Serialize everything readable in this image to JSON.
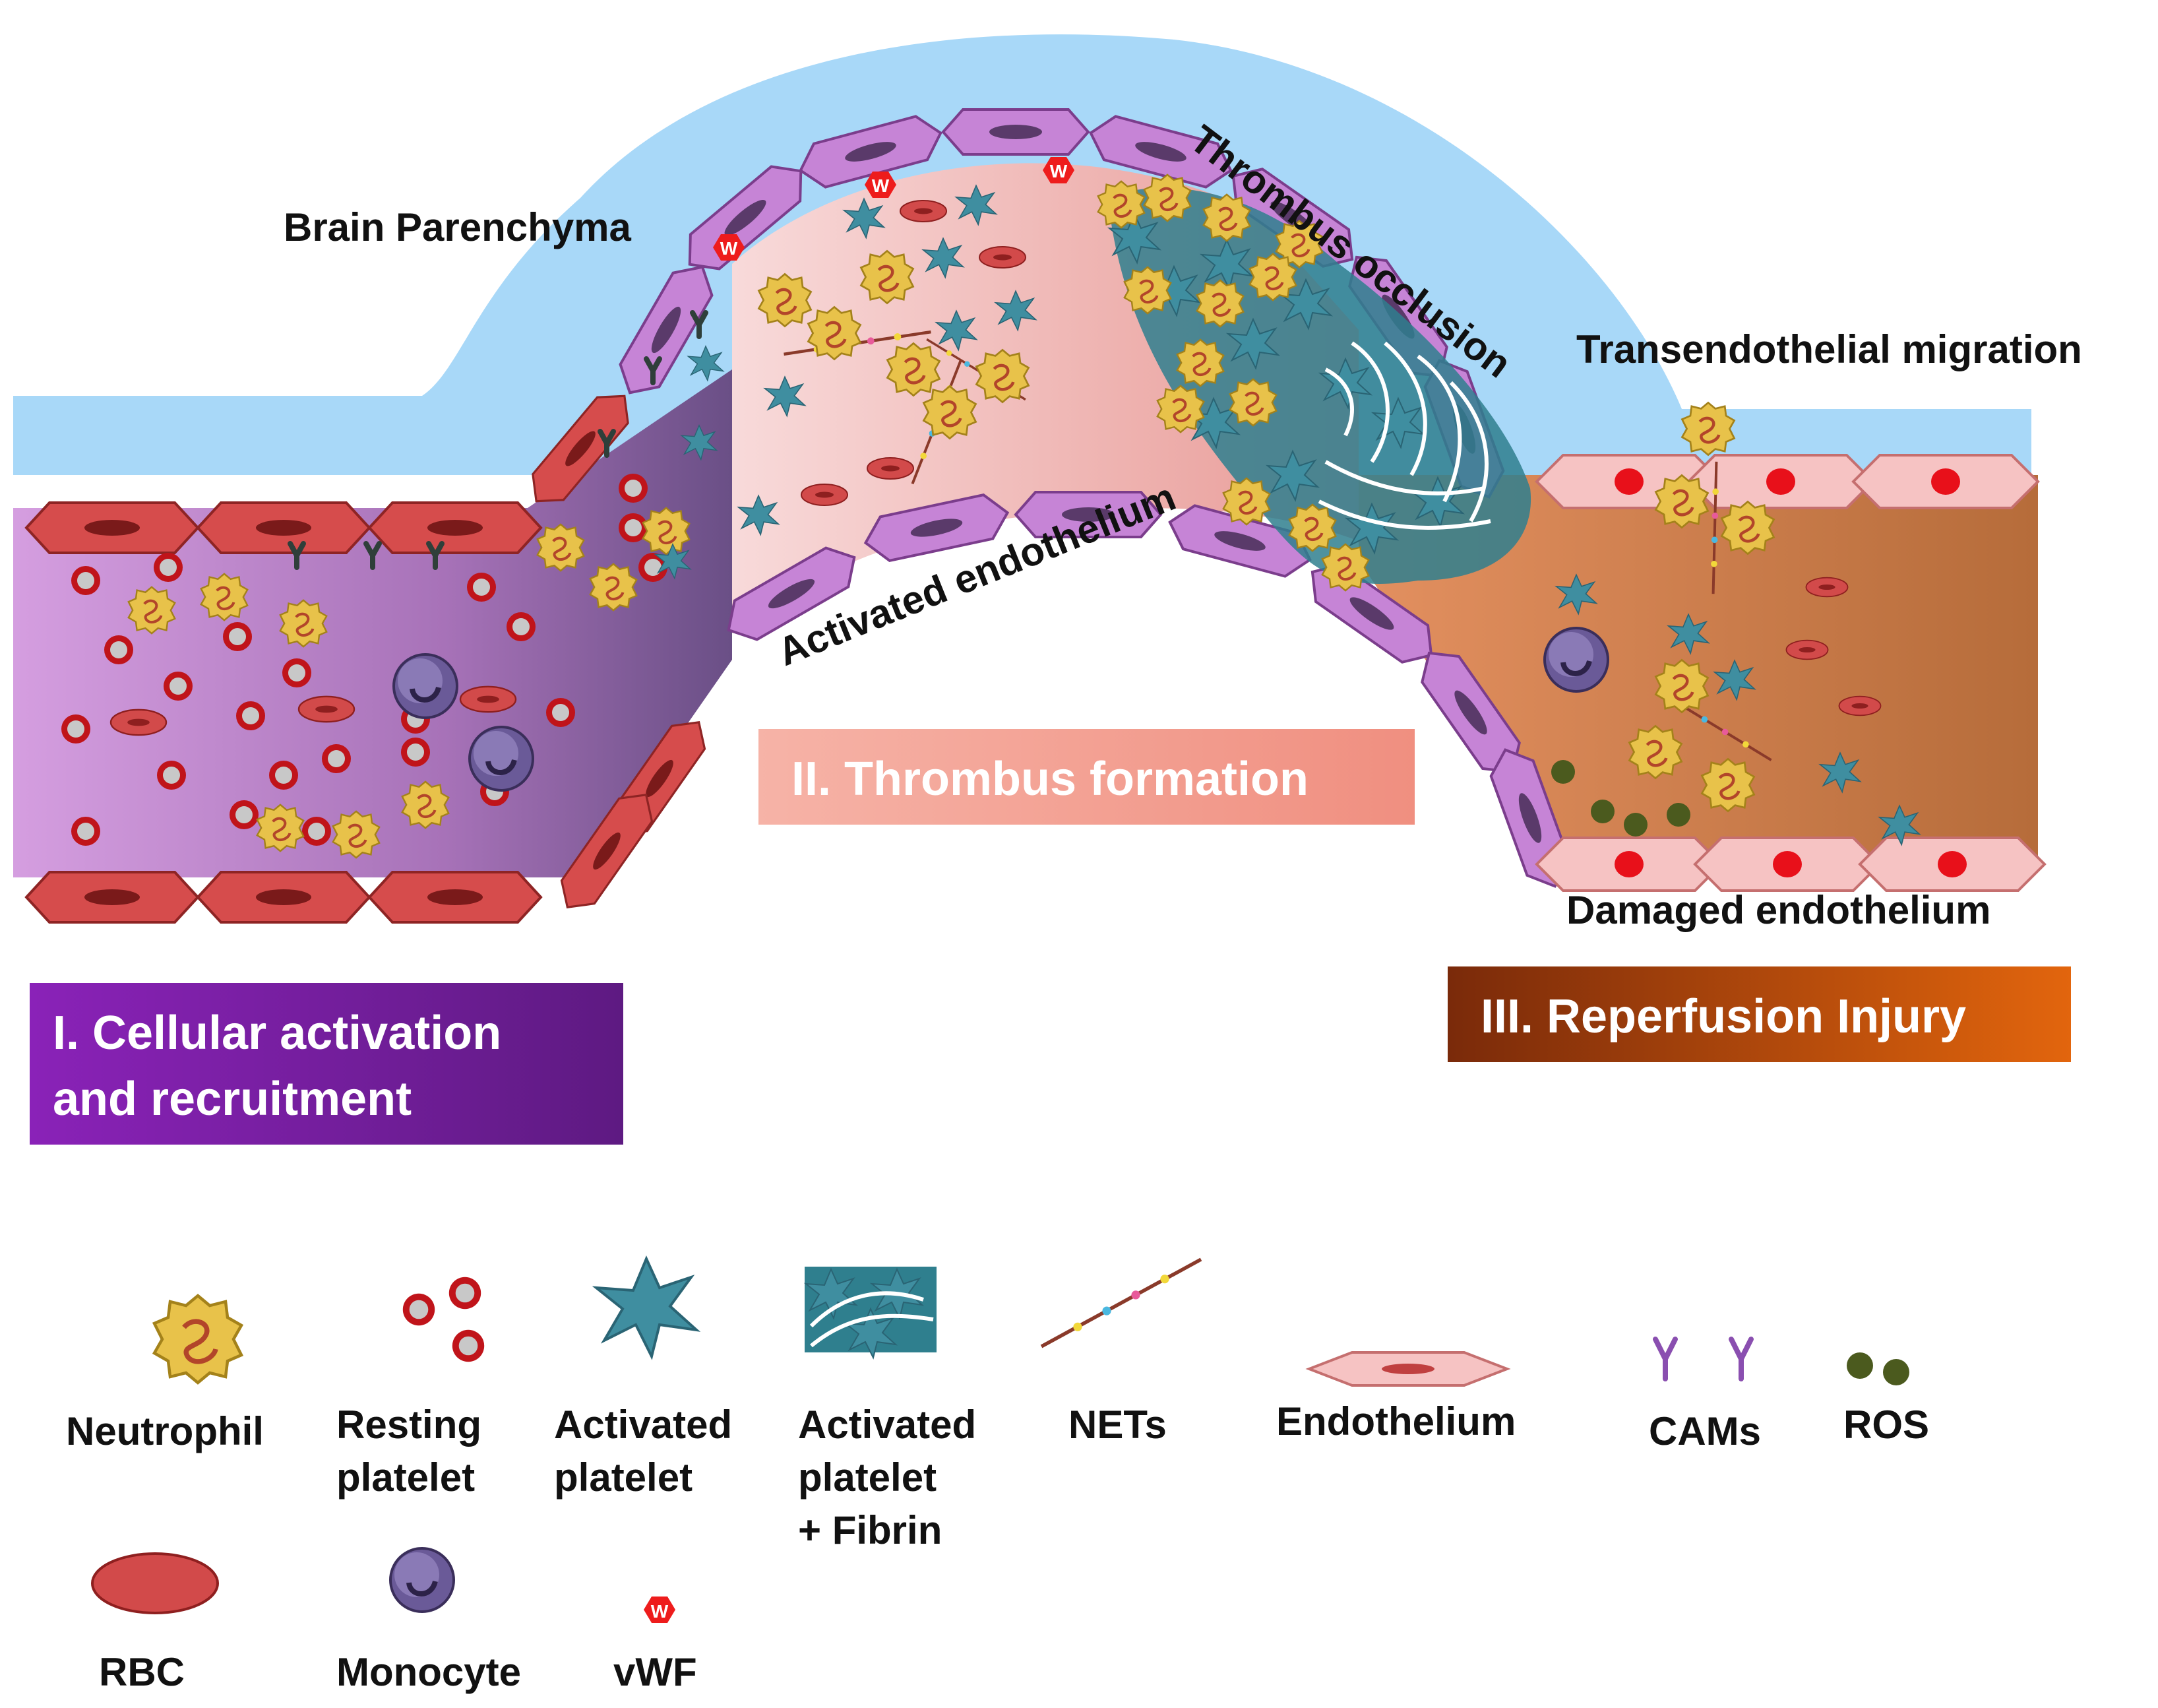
{
  "labels": {
    "brain_parenchyma": "Brain Parenchyma",
    "thrombus_occlusion": "Thrombus occlusion",
    "transendothelial_migration": "Transendothelial migration",
    "activated_endothelium": "Activated endothelium",
    "damaged_endothelium": "Damaged endothelium",
    "vwf_marker": "W"
  },
  "stages": {
    "stage1_line1": "I. Cellular activation",
    "stage1_line2": "and recruitment",
    "stage2": "II. Thrombus formation",
    "stage3": "III. Reperfusion Injury"
  },
  "legend": {
    "neutrophil": "Neutrophil",
    "resting_platelet_1": "Resting",
    "resting_platelet_2": "platelet",
    "activated_platelet_1": "Activated",
    "activated_platelet_2": "platelet",
    "activated_platelet_fibrin_1": "Activated",
    "activated_platelet_fibrin_2": "platelet",
    "activated_platelet_fibrin_3": "+ Fibrin",
    "nets": "NETs",
    "endothelium": "Endothelium",
    "cams": "CAMs",
    "ros": "ROS",
    "rbc": "RBC",
    "monocyte": "Monocyte",
    "vwf": "vWF"
  },
  "colors": {
    "parenchyma": "#a8d8f8",
    "stage1_box": "#7a1f9e",
    "stage2_box": "#f3a69a",
    "stage3_box": "#c0520e",
    "rbc": "#d24a4a",
    "platelet_ring": "#c0141a",
    "activated_platelet": "#3f8ea0",
    "neutrophil": "#e8c24a",
    "monocyte": "#6a5a98",
    "endothelium_pink": "#f6b9b9",
    "endothelium_purple": "#b46cc6",
    "vwf": "#ee1c1c",
    "ros": "#4b5a1e",
    "cams": "#8a4fb0"
  }
}
